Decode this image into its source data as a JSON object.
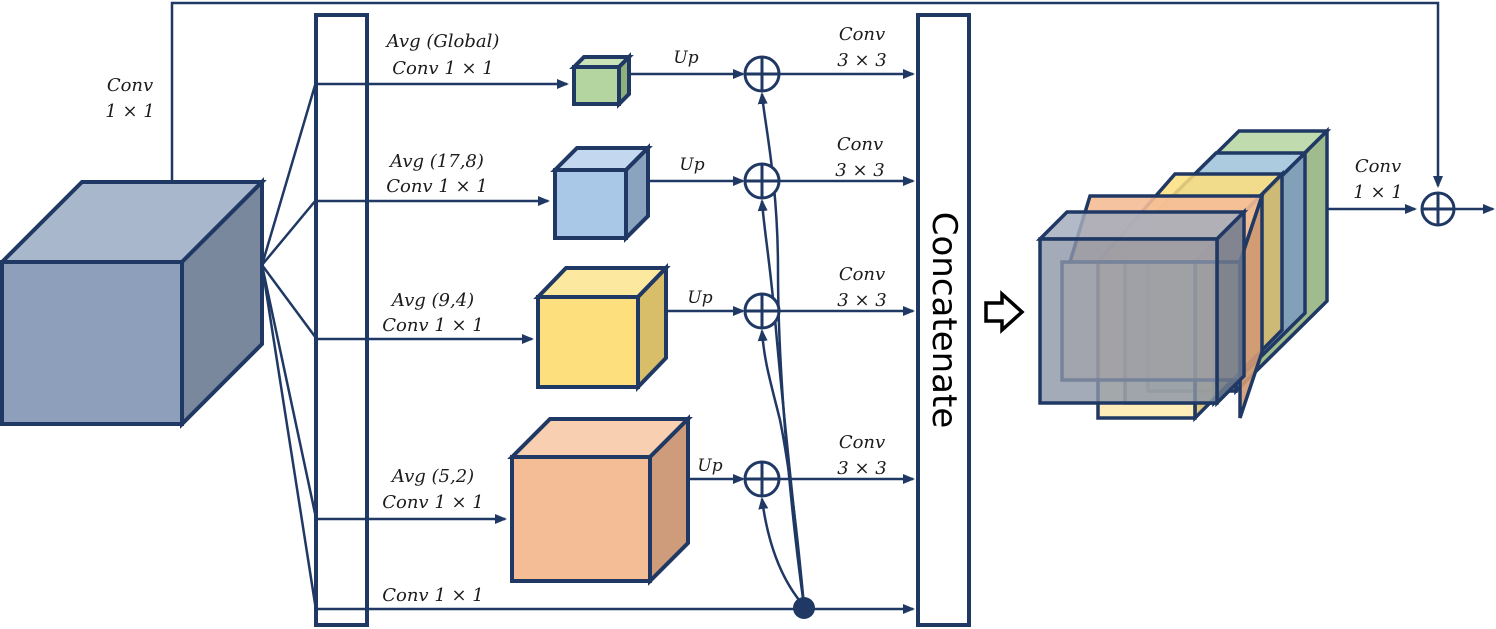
{
  "labels": {
    "conv_top_left_1": "Conv",
    "conv_top_left_2": "1 × 1",
    "branch1_a": "Avg (Global)",
    "branch1_b": "Conv 1 × 1",
    "branch2_a": "Avg (17,8)",
    "branch2_b": "Conv 1 × 1",
    "branch3_a": "Avg (9,4)",
    "branch3_b": "Conv 1 × 1",
    "branch4_a": "Avg (5,2)",
    "branch4_b": "Conv 1 × 1",
    "branch5": "Conv 1 × 1",
    "up": "Up",
    "conv3_a": "Conv",
    "conv3_b": "3 × 3",
    "concatenate": "Concatenate",
    "conv_right_1": "Conv",
    "conv_right_2": "1 × 1"
  },
  "colors": {
    "line": "#1f3864",
    "edge": "#203864",
    "input_front": "#8e9fbc",
    "input_top": "#a9b7cc",
    "input_side": "#7a889e",
    "green": "#b5d5a0",
    "blue": "#a9c8e8",
    "yellow": "#fddf7e",
    "orange": "#f5bd96",
    "gray": "#8c96a8"
  }
}
